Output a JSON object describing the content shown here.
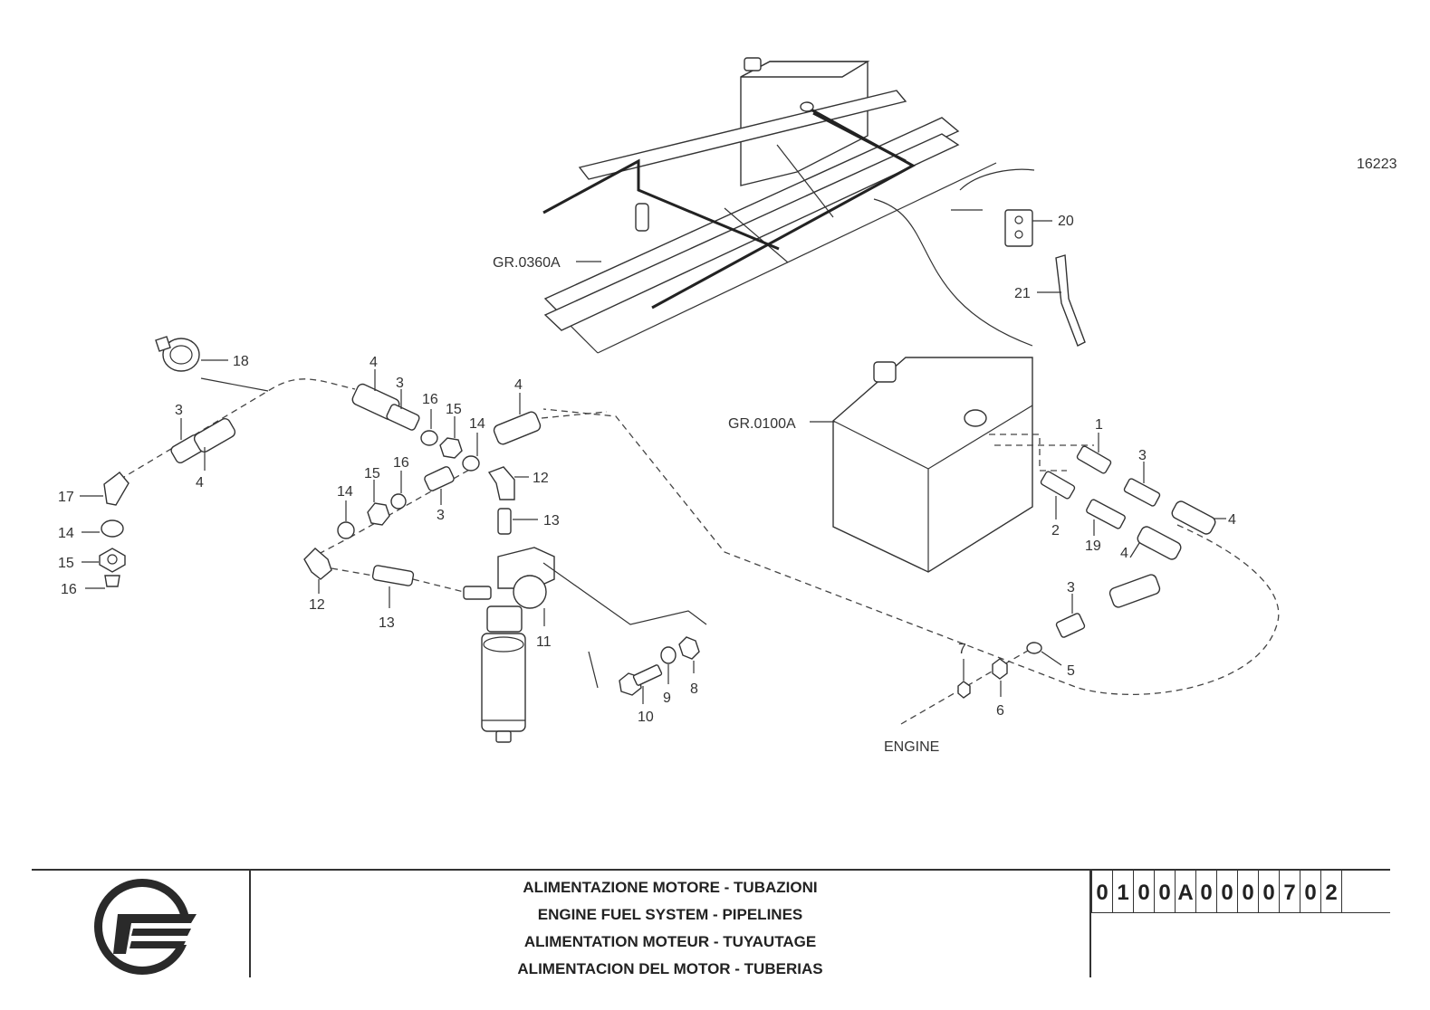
{
  "drawing_number": "16223",
  "group_refs": {
    "chassis": "GR.0360A",
    "tank": "GR.0100A"
  },
  "engine_label": "ENGINE",
  "part_labels": {
    "p1": "1",
    "p2": "2",
    "p3a": "3",
    "p3b": "3",
    "p3c": "3",
    "p3d": "3",
    "p3e": "3",
    "p4a": "4",
    "p4b": "4",
    "p4c": "4",
    "p4d": "4",
    "p4e": "4",
    "p5": "5",
    "p6": "6",
    "p7": "7",
    "p8": "8",
    "p9": "9",
    "p10": "10",
    "p11": "11",
    "p12a": "12",
    "p12b": "12",
    "p13a": "13",
    "p13b": "13",
    "p14a": "14",
    "p14b": "14",
    "p14c": "14",
    "p15a": "15",
    "p15b": "15",
    "p15c": "15",
    "p16a": "16",
    "p16b": "16",
    "p16c": "16",
    "p17": "17",
    "p18": "18",
    "p19": "19",
    "p20": "20",
    "p21": "21"
  },
  "title_lines": [
    "ALIMENTAZIONE MOTORE - TUBAZIONI",
    "ENGINE FUEL SYSTEM - PIPELINES",
    "ALIMENTATION MOTEUR - TUYAUTAGE",
    "ALIMENTACION DEL MOTOR - TUBERIAS"
  ],
  "code_digits": [
    "0",
    "1",
    "0",
    "0",
    "A",
    "0",
    "0",
    "0",
    "0",
    "7",
    "0",
    "2"
  ]
}
